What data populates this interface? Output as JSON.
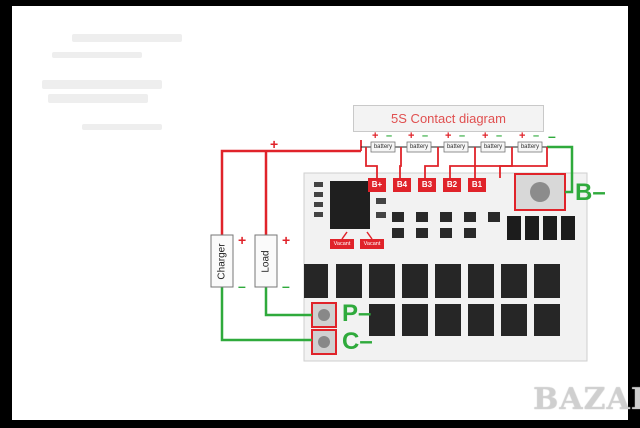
{
  "diagram_title": "5S Contact diagram",
  "battery_label": "battery",
  "cell_labels": [
    "B+",
    "B4",
    "B3",
    "B2",
    "B1"
  ],
  "vacant_labels": [
    "Vacant",
    "Vacant"
  ],
  "charger_label": "Charger",
  "load_label": "Load",
  "terminal_labels": {
    "b_minus": "B–",
    "p_minus": "P–",
    "c_minus": "C–"
  },
  "polarity": {
    "plus": "+",
    "minus": "–"
  },
  "watermark": "BAZAR",
  "colors": {
    "positive_wire": "#e0232a",
    "negative_wire": "#2faa3c",
    "label_red_fill": "#e0232a",
    "board": "#f2f2f2"
  }
}
